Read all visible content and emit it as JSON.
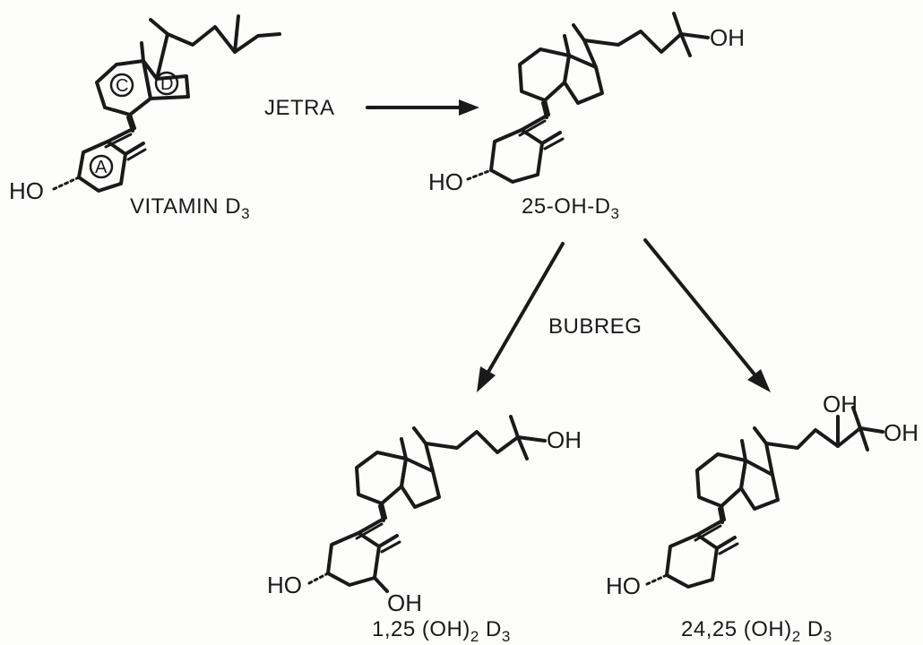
{
  "compounds": {
    "vitamin_d3": {
      "name": "VITAMIN D",
      "name_sub": "3",
      "ring_a": "A",
      "ring_c": "C",
      "ring_d": "D",
      "ho": "HO"
    },
    "hydroxy_25": {
      "name": "25-OH-D",
      "name_sub": "3",
      "oh": "OH",
      "ho": "HO"
    },
    "dihydroxy_1_25": {
      "name_a": "1,25 (OH)",
      "name_sub1": "2",
      "name_b": " D",
      "name_sub2": "3",
      "oh_side": "OH",
      "oh_ring": "OH",
      "ho": "HO"
    },
    "dihydroxy_24_25": {
      "name_a": "24,25 (OH)",
      "name_sub1": "2",
      "name_b": " D",
      "name_sub2": "3",
      "oh_top": "OH",
      "oh_side": "OH",
      "ho": "HO"
    }
  },
  "steps": {
    "liver": "JETRA",
    "kidney": "BUBREG"
  }
}
